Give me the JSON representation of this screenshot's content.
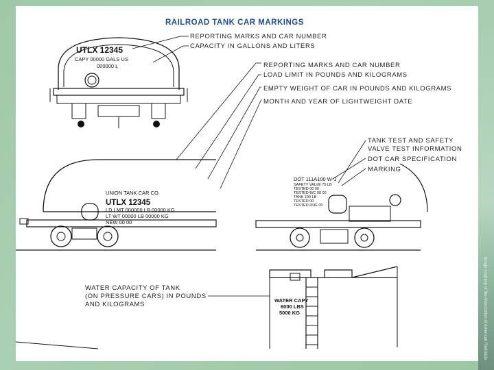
{
  "title": "RAILROAD TANK CAR MARKINGS",
  "callouts": {
    "reporting_marks_1": "REPORTING MARKS AND CAR NUMBER",
    "capacity_gallons": "CAPACITY IN GALLONS AND LITERS",
    "reporting_marks_2": "REPORTING MARKS AND CAR NUMBER",
    "load_limit": "LOAD LIMIT IN POUNDS AND KILOGRAMS",
    "empty_weight": "EMPTY WEIGHT OF CAR IN POUNDS AND KILOGRAMS",
    "lightweight_date": "MONTH AND YEAR OF LIGHTWEIGHT DATE",
    "tank_test_1": "TANK TEST AND SAFETY",
    "tank_test_2": "VALVE TEST INFORMATION",
    "dot_spec": "DOT CAR SPECIFICATION",
    "marking": "MARKING",
    "water_capacity_1": "WATER CAPACITY OF TANK",
    "water_capacity_2": "(ON PRESSURE CARS) IN POUNDS",
    "water_capacity_3": "AND KILOGRAMS"
  },
  "end_view": {
    "car_number": "UTLX 12345",
    "capy_line": "CAPY 00000 GALS US",
    "liters_line": "000000 L"
  },
  "side_view": {
    "company": "UNION TANK CAR CO.",
    "car_number": "UTLX 12345",
    "ld_lmt": "LD LMT 000000 LB 00000 KG",
    "lt_wt": "LT WT     00000 LB 00000 KG",
    "new": "NEW         00 00"
  },
  "end_view_2": {
    "dot_line": "DOT 111A100 W-1",
    "safety_valve": "SAFETY VALVE 75 LB",
    "tested_1": "TESTED 00 00",
    "tested_2": "TESTED B/C 00 00",
    "tank_lb": "TANK 100 LB",
    "tested_3": "TESTED 00",
    "tested_due": "TESTED DUE 00"
  },
  "water_panel": {
    "line1": "WATER CAPY",
    "line2": "6000 LBS",
    "line3": "5000 KG"
  },
  "credit": "Image courtesy of the Association of American Railroads",
  "colors": {
    "title": "#1f4f86",
    "background": "#a9d0b2",
    "slide": "#ffffff"
  }
}
